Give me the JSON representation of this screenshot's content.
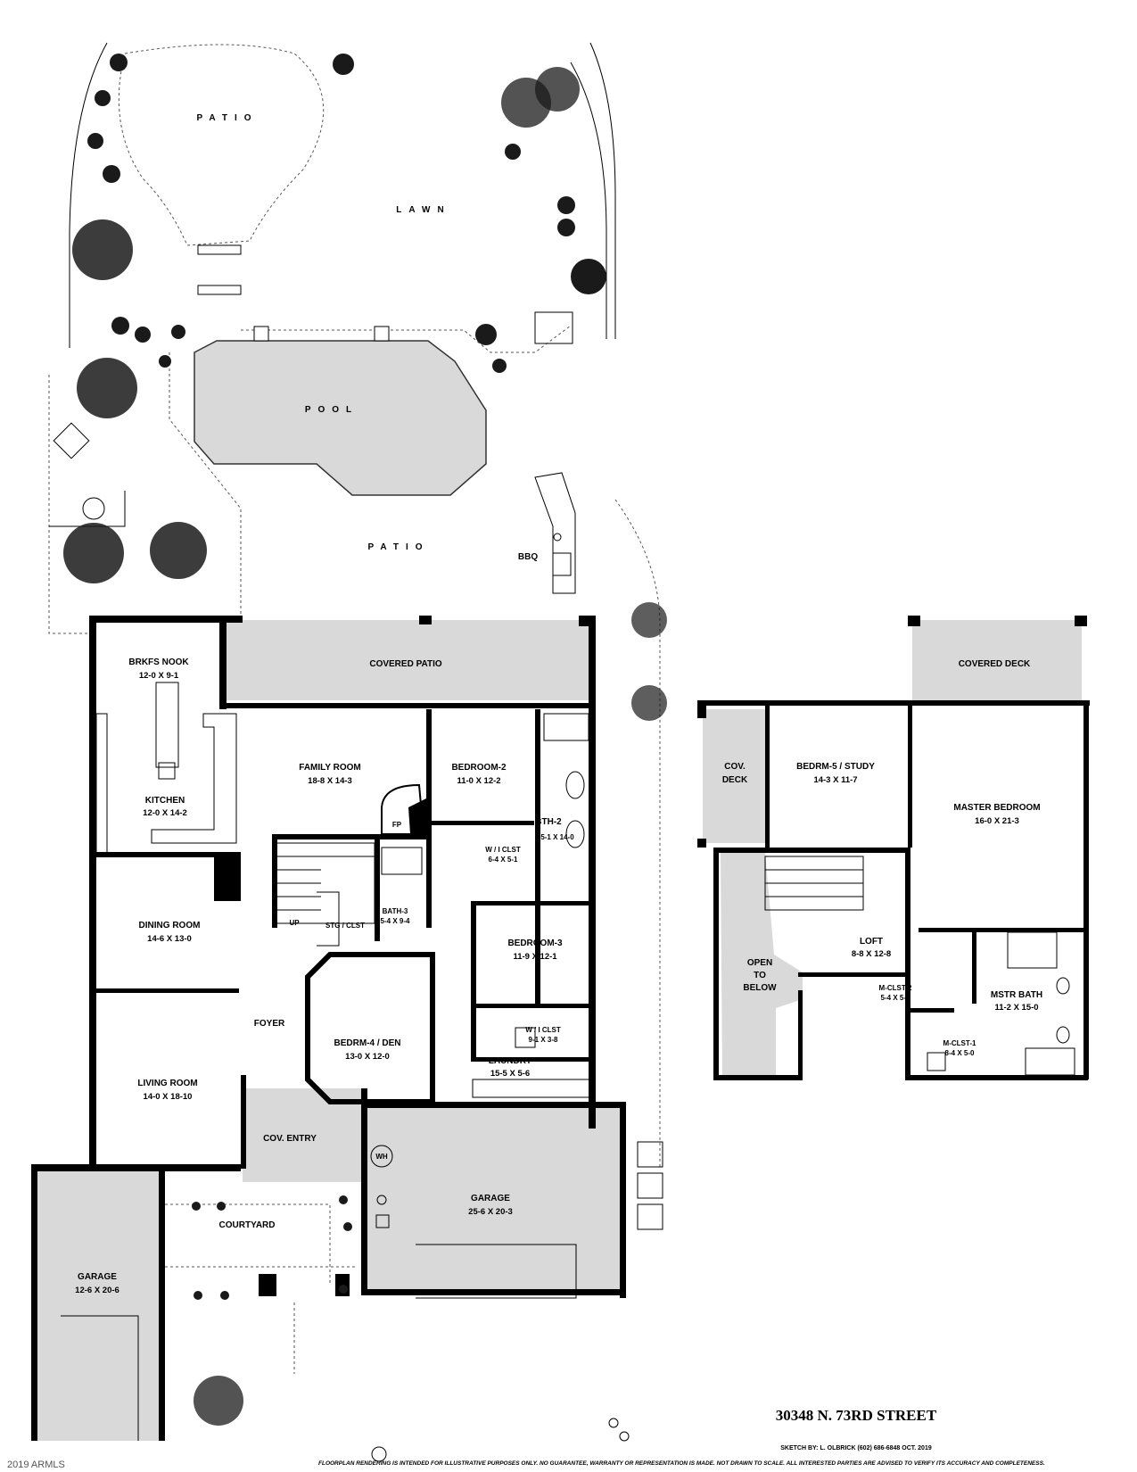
{
  "outdoor": {
    "patio_top": "PATIO",
    "lawn": "LAWN",
    "pool": "POOL",
    "patio_mid": "PATIO",
    "bbq": "BBQ",
    "covered_patio": "COVERED PATIO"
  },
  "rooms_main": {
    "brkfs_nook": {
      "name": "BRKFS NOOK",
      "dim": "12-0  X  9-1"
    },
    "kitchen": {
      "name": "KITCHEN",
      "dim": "12-0 X 14-2"
    },
    "family_room": {
      "name": "FAMILY ROOM",
      "dim": "18-8  X  14-3"
    },
    "fp": "FP",
    "bedroom2": {
      "name": "BEDROOM-2",
      "dim": "11-0  X  12-2"
    },
    "bth2": {
      "name": "BTH-2",
      "dim": "5-1 X 14-0"
    },
    "wi_clst_a": {
      "name": "W / I  CLST",
      "dim": "6-4 X 5-1"
    },
    "dining_room": {
      "name": "DINING ROOM",
      "dim": "14-6  X  13-0"
    },
    "stg_clst": "STG / CLST",
    "bath3": {
      "name": "BATH-3",
      "dim": "5-4 X 9-4"
    },
    "bedroom3": {
      "name": "BEDROOM-3",
      "dim": "11-9  X  12-1"
    },
    "wi_clst_b": {
      "name": "W / I  CLST",
      "dim": "9-1 X 3-8"
    },
    "foyer": "FOYER",
    "living_room": {
      "name": "LIVING ROOM",
      "dim": "14-0  X  18-10"
    },
    "bedrm4": {
      "name": "BEDRM-4 / DEN",
      "dim": "13-0  X  12-0"
    },
    "laundry": {
      "name": "LAUNDRY",
      "dim": "15-5 X 5-6"
    },
    "cov_entry": "COV. ENTRY",
    "wh": "WH",
    "garage_main": {
      "name": "GARAGE",
      "dim": "25-6 X 20-3"
    },
    "courtyard": "COURTYARD",
    "garage_small": {
      "name": "GARAGE",
      "dim": "12-6 X 20-6"
    }
  },
  "rooms_upper": {
    "covered_deck": "COVERED DECK",
    "cov_deck": [
      "COV.",
      "DECK"
    ],
    "bedrm5": {
      "name": "BEDRM-5 / STUDY",
      "dim": "14-3  X  11-7"
    },
    "master_bedroom": {
      "name": "MASTER BEDROOM",
      "dim": "16-0  X  21-3"
    },
    "open_to_below": [
      "OPEN",
      "TO",
      "BELOW"
    ],
    "loft": {
      "name": "LOFT",
      "dim": "8-8 X 12-8"
    },
    "m_clst2": {
      "name": "M-CLST-2",
      "dim": "5-4 X 5-6"
    },
    "mstr_bath": {
      "name": "MSTR BATH",
      "dim": "11-2 X 15-0"
    },
    "m_clst1": {
      "name": "M-CLST-1",
      "dim": "8-4 X 5-0"
    }
  },
  "stairs": {
    "up": "UP"
  },
  "footer": {
    "address": "30348 N. 73RD STREET",
    "sketch_by": "SKETCH BY:   L. OLBRICK  (602) 686-6848 OCT. 2019",
    "disclaimer": "FLOORPLAN RENDERING IS INTENDED FOR ILLUSTRATIVE PURPOSES ONLY.  NO GUARANTEE, WARRANTY OR REPRESENTATION IS MADE.  NOT DRAWN TO SCALE.  ALL INTERESTED PARTIES ARE ADVISED TO VERIFY ITS ACCURACY AND COMPLETENESS.",
    "watermark": "2019 ARMLS"
  }
}
